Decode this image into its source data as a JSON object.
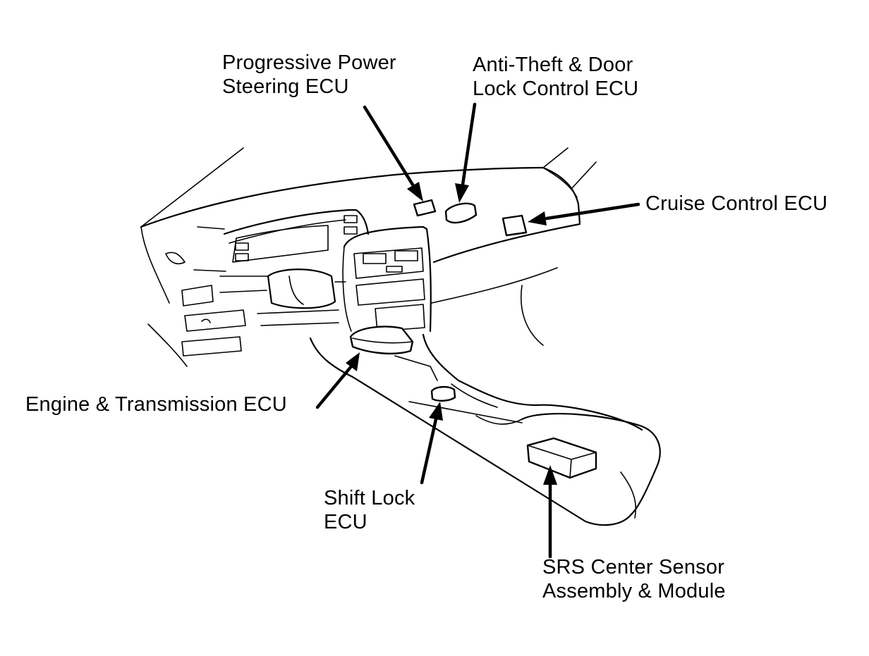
{
  "labels": {
    "progressive_power_steering": [
      "Progressive Power",
      "Steering ECU"
    ],
    "anti_theft_door_lock": [
      "Anti-Theft & Door",
      "Lock Control ECU"
    ],
    "cruise_control": [
      "Cruise Control ECU"
    ],
    "engine_transmission": [
      "Engine & Transmission ECU"
    ],
    "shift_lock": [
      "Shift Lock",
      "ECU"
    ],
    "srs_center_sensor": [
      "SRS Center Sensor",
      "Assembly & Module"
    ]
  },
  "colors": {
    "ink": "#000000",
    "paper": "#ffffff"
  }
}
